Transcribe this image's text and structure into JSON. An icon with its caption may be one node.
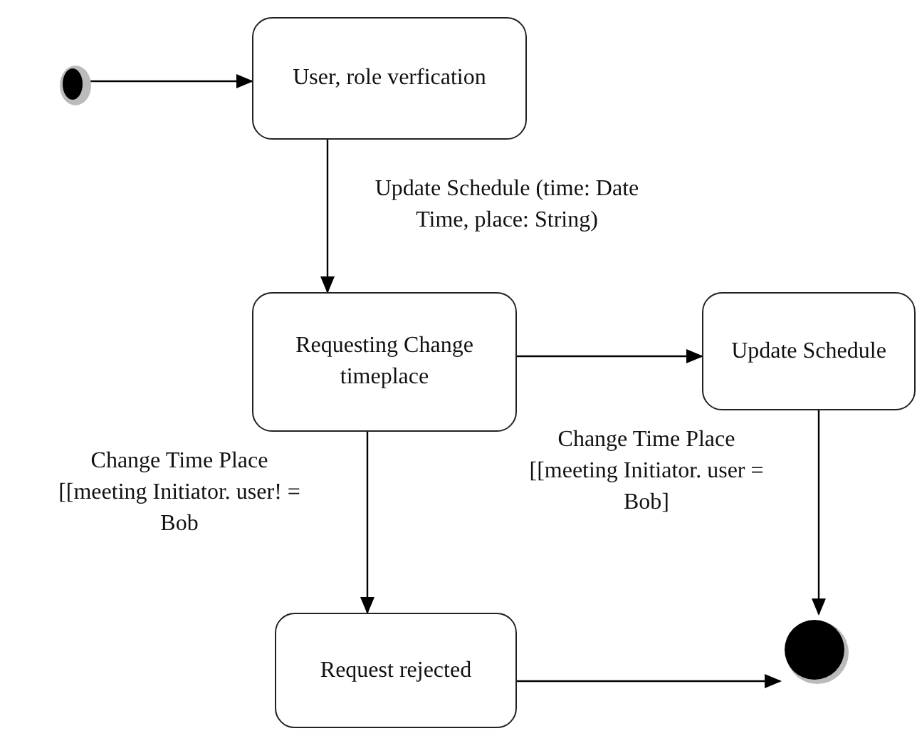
{
  "diagram": {
    "nodes": [
      {
        "text": [],
        "shape": "circle"
      },
      {
        "text": [
          "User, role verfication"
        ]
      },
      {
        "text": [
          "Requesting Change timeplace"
        ]
      },
      {
        "text": [
          "Update Schedule"
        ]
      },
      {
        "text": [
          "Request rejected"
        ]
      },
      {
        "text": [],
        "shape": "circle"
      }
    ],
    "edges": [
      {
        "from": 0,
        "to": 1,
        "arrow": "to"
      },
      {
        "from": 1,
        "to": 2,
        "arrow": "to",
        "label": "Update Schedule (time: Date Time, place: String)"
      },
      {
        "from": 2,
        "to": 3,
        "arrow": "to",
        "label": "Change Time Place [[meeting Initiator. user = Bob]"
      },
      {
        "from": 2,
        "to": 4,
        "arrow": "to",
        "label": "Change Time Place [[meeting Initiator. user! = Bob"
      },
      {
        "from": 3,
        "to": 5,
        "arrow": "to"
      },
      {
        "from": 4,
        "to": 5,
        "arrow": "to"
      }
    ]
  }
}
